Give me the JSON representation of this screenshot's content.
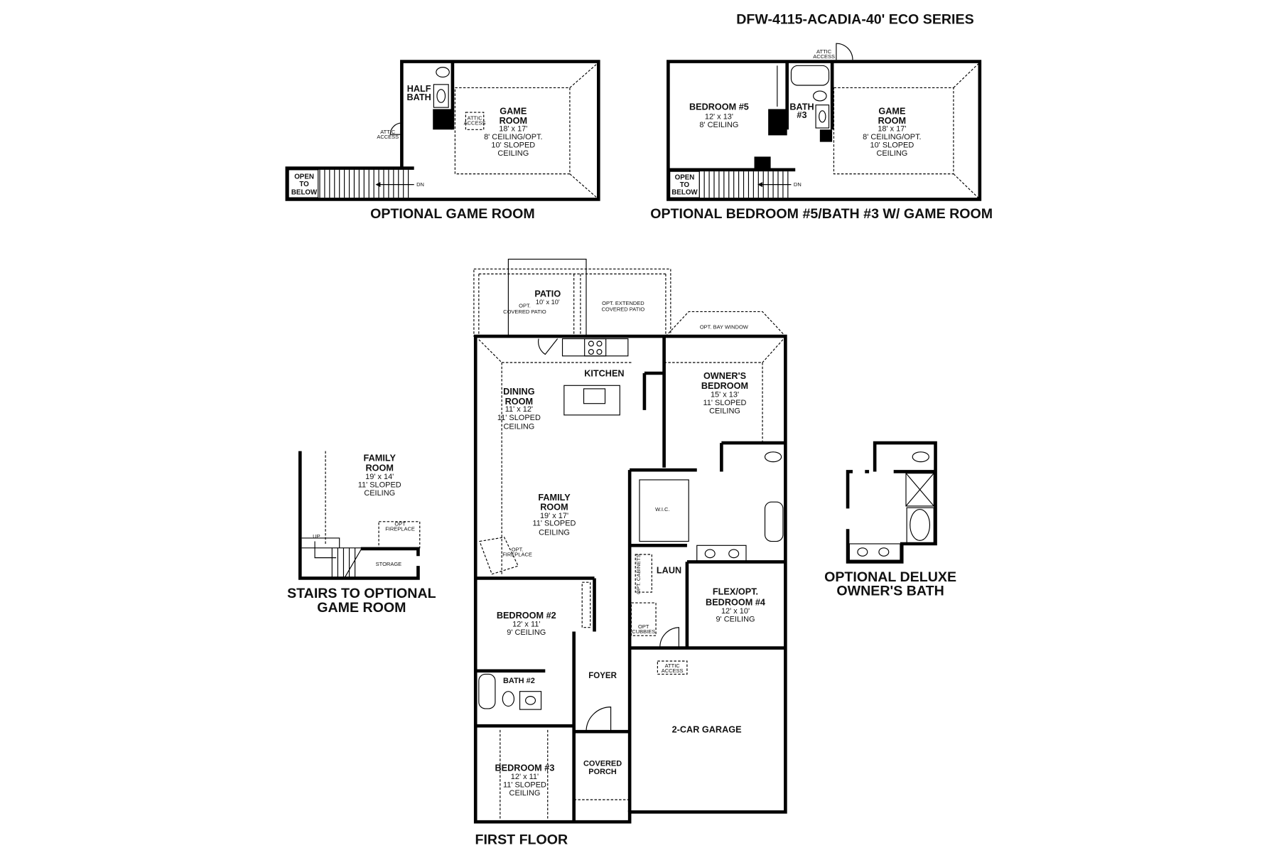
{
  "title": "DFW-4115-ACADIA-40' ECO SERIES",
  "game_room_plan": {
    "caption": "OPTIONAL GAME ROOM",
    "half_bath": [
      "HALF",
      "BATH"
    ],
    "game_room": [
      "GAME",
      "ROOM",
      "18' x 17'",
      "8' CEILING/OPT.",
      "10' SLOPED",
      "CEILING"
    ],
    "attic_access": [
      "ATTIC",
      "ACCESS"
    ],
    "open_to_below": [
      "OPEN",
      "TO",
      "BELOW"
    ],
    "dn": "DN"
  },
  "bedroom5_plan": {
    "caption": "OPTIONAL BEDROOM #5/BATH #3 W/ GAME ROOM",
    "bedroom5": [
      "BEDROOM #5",
      "12' x 13'",
      "8' CEILING"
    ],
    "bath3": [
      "BATH",
      "#3"
    ],
    "game_room": [
      "GAME",
      "ROOM",
      "18' x 17'",
      "8' CEILING/OPT.",
      "10' SLOPED",
      "CEILING"
    ],
    "attic_access": [
      "ATTIC",
      "ACCESS"
    ],
    "open_to_below": [
      "OPEN",
      "TO",
      "BELOW"
    ],
    "dn": "DN"
  },
  "first_floor": {
    "caption": "FIRST FLOOR",
    "patio": [
      "PATIO",
      "10' x 10'"
    ],
    "opt_covered_patio": [
      "OPT.",
      "COVERED PATIO"
    ],
    "opt_extended_patio": [
      "OPT. EXTENDED",
      "COVERED PATIO"
    ],
    "opt_bay_window": "OPT. BAY WINDOW",
    "kitchen": "KITCHEN",
    "dining_room": [
      "DINING",
      "ROOM",
      "11' x 12'",
      "11' SLOPED",
      "CEILING"
    ],
    "owners_bedroom": [
      "OWNER'S",
      "BEDROOM",
      "15' x 13'",
      "11' SLOPED",
      "CEILING"
    ],
    "family_room": [
      "FAMILY",
      "ROOM",
      "19' x 17'",
      "11' SLOPED",
      "CEILING"
    ],
    "wic": "W.I.C.",
    "opt_fireplace": [
      "OPT.",
      "FIREPLACE"
    ],
    "laun": "LAUN",
    "opt_cabinets": "OPT. CABINETS",
    "flex": [
      "FLEX/OPT.",
      "BEDROOM #4",
      "12' x 10'",
      "9' CEILING"
    ],
    "opt_cubbies": [
      "OPT",
      "CUBBIES"
    ],
    "attic_access": [
      "ATTIC",
      "ACCESS"
    ],
    "bedroom2": [
      "BEDROOM #2",
      "12' x 11'",
      "9' CEILING"
    ],
    "bath2": "BATH #2",
    "foyer": "FOYER",
    "garage": "2-CAR GARAGE",
    "covered_porch": [
      "COVERED",
      "PORCH"
    ],
    "bedroom3": [
      "BEDROOM #3",
      "12' x 11'",
      "11' SLOPED",
      "CEILING"
    ]
  },
  "stairs_plan": {
    "caption": [
      "STAIRS TO OPTIONAL",
      "GAME ROOM"
    ],
    "family_room": [
      "FAMILY",
      "ROOM",
      "19' x 14'",
      "11' SLOPED",
      "CEILING"
    ],
    "opt_fireplace": [
      "OPT",
      "FIREPLACE"
    ],
    "up": "UP",
    "storage": "STORAGE"
  },
  "deluxe_bath_plan": {
    "caption": [
      "OPTIONAL DELUXE",
      "OWNER'S BATH"
    ]
  }
}
